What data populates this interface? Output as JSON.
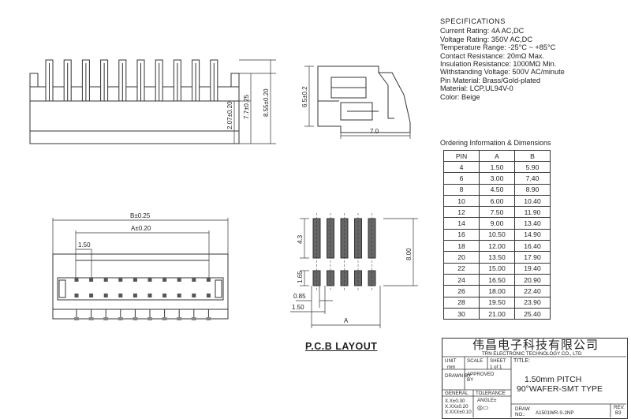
{
  "specifications": {
    "heading": "SPECIFICATIONS",
    "lines": [
      "Current Rating: 4A AC,DC",
      "Voltage Rating: 350V AC,DC",
      "Temperature Range: -25°C ~ +85°C",
      "Contact Resistance: 20mΩ Max.",
      "Insulation Resistance: 1000MΩ Min.",
      "Withstanding Voltage: 500V AC/minute",
      "Pin Material: Brass/Gold-plated",
      "Material: LCP,UL94V-0",
      "Color: Beige"
    ]
  },
  "ordering": {
    "title": "Ordering Information & Dimensions",
    "headers": [
      "PIN",
      "A",
      "B"
    ],
    "rows": [
      [
        "4",
        "1.50",
        "5.90"
      ],
      [
        "6",
        "3.00",
        "7.40"
      ],
      [
        "8",
        "4.50",
        "8.90"
      ],
      [
        "10",
        "6.00",
        "10.40"
      ],
      [
        "12",
        "7.50",
        "11.90"
      ],
      [
        "14",
        "9.00",
        "13.40"
      ],
      [
        "16",
        "10.50",
        "14.90"
      ],
      [
        "18",
        "12.00",
        "16.40"
      ],
      [
        "20",
        "13.50",
        "17.90"
      ],
      [
        "22",
        "15.00",
        "19.40"
      ],
      [
        "24",
        "16.50",
        "20.90"
      ],
      [
        "26",
        "18.00",
        "22.40"
      ],
      [
        "28",
        "19.50",
        "23.90"
      ],
      [
        "30",
        "21.00",
        "25.40"
      ]
    ]
  },
  "dimensions": {
    "front_2_07": "2.07±0.20",
    "front_7_7": "7.7±0.25",
    "front_8_55": "8.55±0.20",
    "side_6_5": "6.5±0.2",
    "side_7_0": "7.0",
    "bottom_b": "B±0.25",
    "bottom_a": "A±0.20",
    "bottom_pitch": "1.50",
    "pcb_4_3": "4.3",
    "pcb_1_65": "1.65",
    "pcb_8_00": "8.00",
    "pcb_0_85": "0.85",
    "pcb_1_50": "1.50",
    "pcb_a": "A"
  },
  "pcb_layout_label": "P.C.B LAYOUT",
  "title_block": {
    "company_cn": "伟昌电子科技有限公司",
    "company_en": "TRN ELECTRONIC TECHNOLOGY CO., LTD",
    "unit_label": "UNIT",
    "unit_value": "mm",
    "scale_label": "SCALE",
    "sheet_label": "SHEET",
    "sheet_value": "1 of 1",
    "title_label": "TITLE:",
    "title_line1": "1.50mm PITCH",
    "title_line2": "90°WAFER-SMT TYPE",
    "drawn_by": "DRAWN BY",
    "approved_by": "APPROVED BY",
    "general": "GENERAL",
    "tolerance": "TOLERANCE",
    "tol1": "X.X±0.30",
    "tol2": "X.XX±0.20",
    "tol3": "X.XXX±0.10",
    "angle": "ANGLE±",
    "draw_no_label": "DRAW NO.:",
    "draw_no": "A1501WR-S-2NP",
    "rev_label": "REV.",
    "rev_value": "B3"
  }
}
